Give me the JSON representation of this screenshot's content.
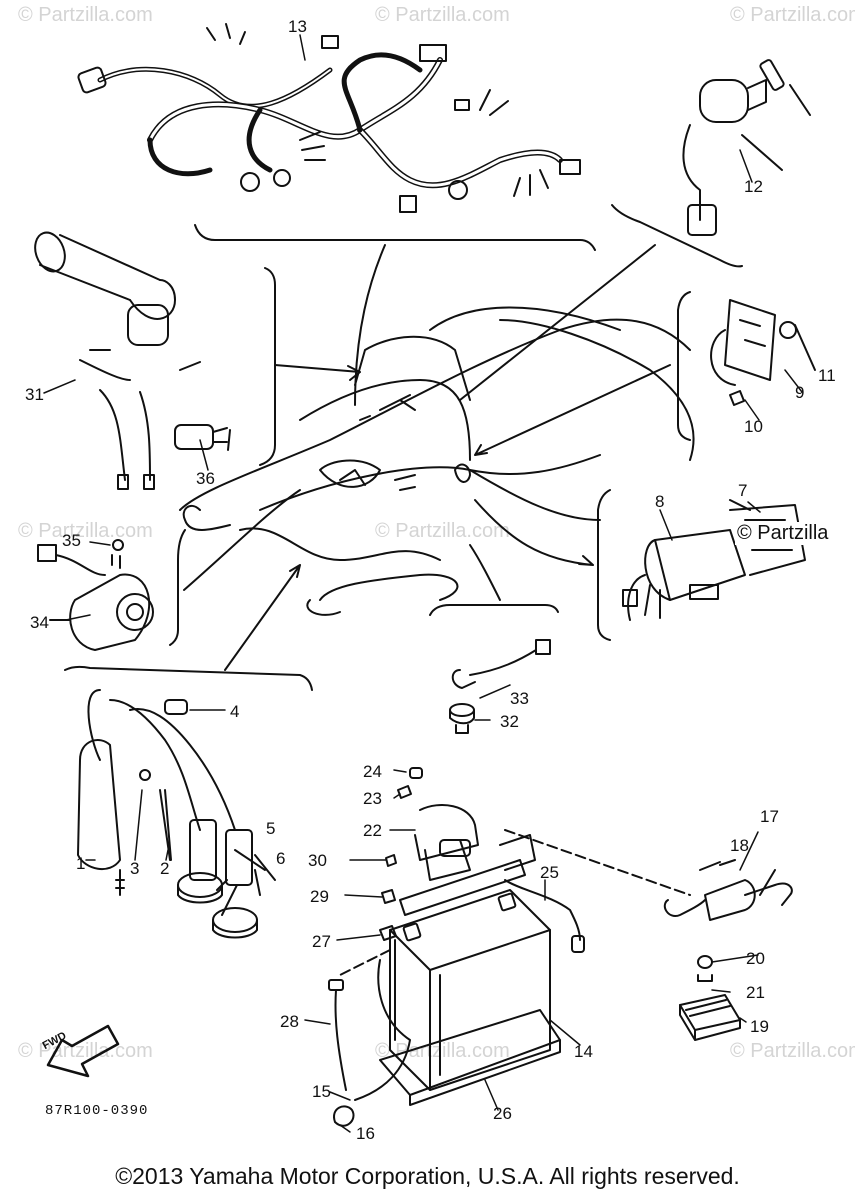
{
  "watermark": "© Partzilla.com",
  "overlay_watermark": "© Partzilla",
  "callouts": [
    "1",
    "2",
    "3",
    "4",
    "5",
    "6",
    "7",
    "8",
    "9",
    "10",
    "11",
    "12",
    "13",
    "14",
    "15",
    "16",
    "17",
    "18",
    "19",
    "20",
    "21",
    "22",
    "23",
    "24",
    "25",
    "26",
    "27",
    "28",
    "29",
    "30",
    "31",
    "32",
    "33",
    "34",
    "35",
    "36"
  ],
  "forward_marker": "FWD",
  "reference_code": "87R100-0390",
  "copyright": "©2013 Yamaha Motor Corporation, U.S.A. All rights reserved."
}
